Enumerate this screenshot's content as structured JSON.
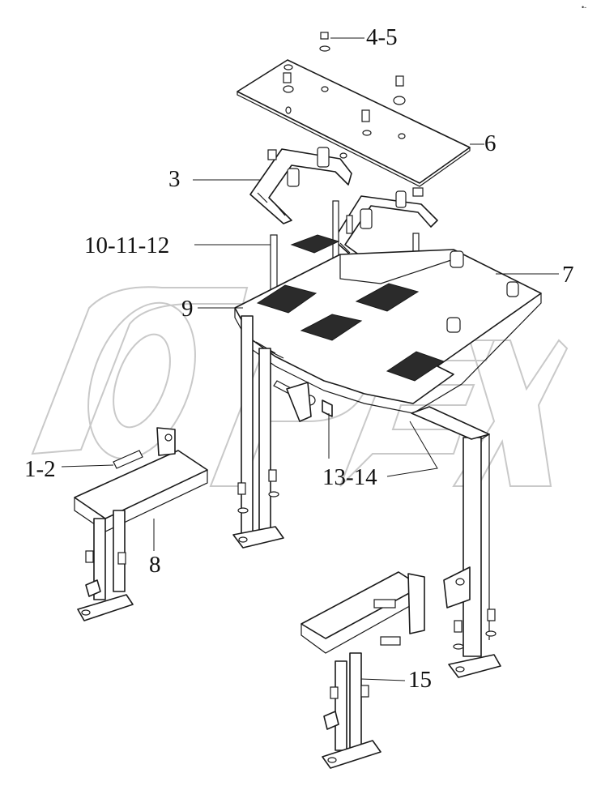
{
  "corner_mark": "•-",
  "watermark_text": "OPEX",
  "labels": {
    "l_4_5": "4-5",
    "l_6": "6",
    "l_3": "3",
    "l_10_11_12": "10-11-12",
    "l_7": "7",
    "l_9": "9",
    "l_1_2": "1-2",
    "l_13_14": "13-14",
    "l_8": "8",
    "l_15": "15"
  }
}
